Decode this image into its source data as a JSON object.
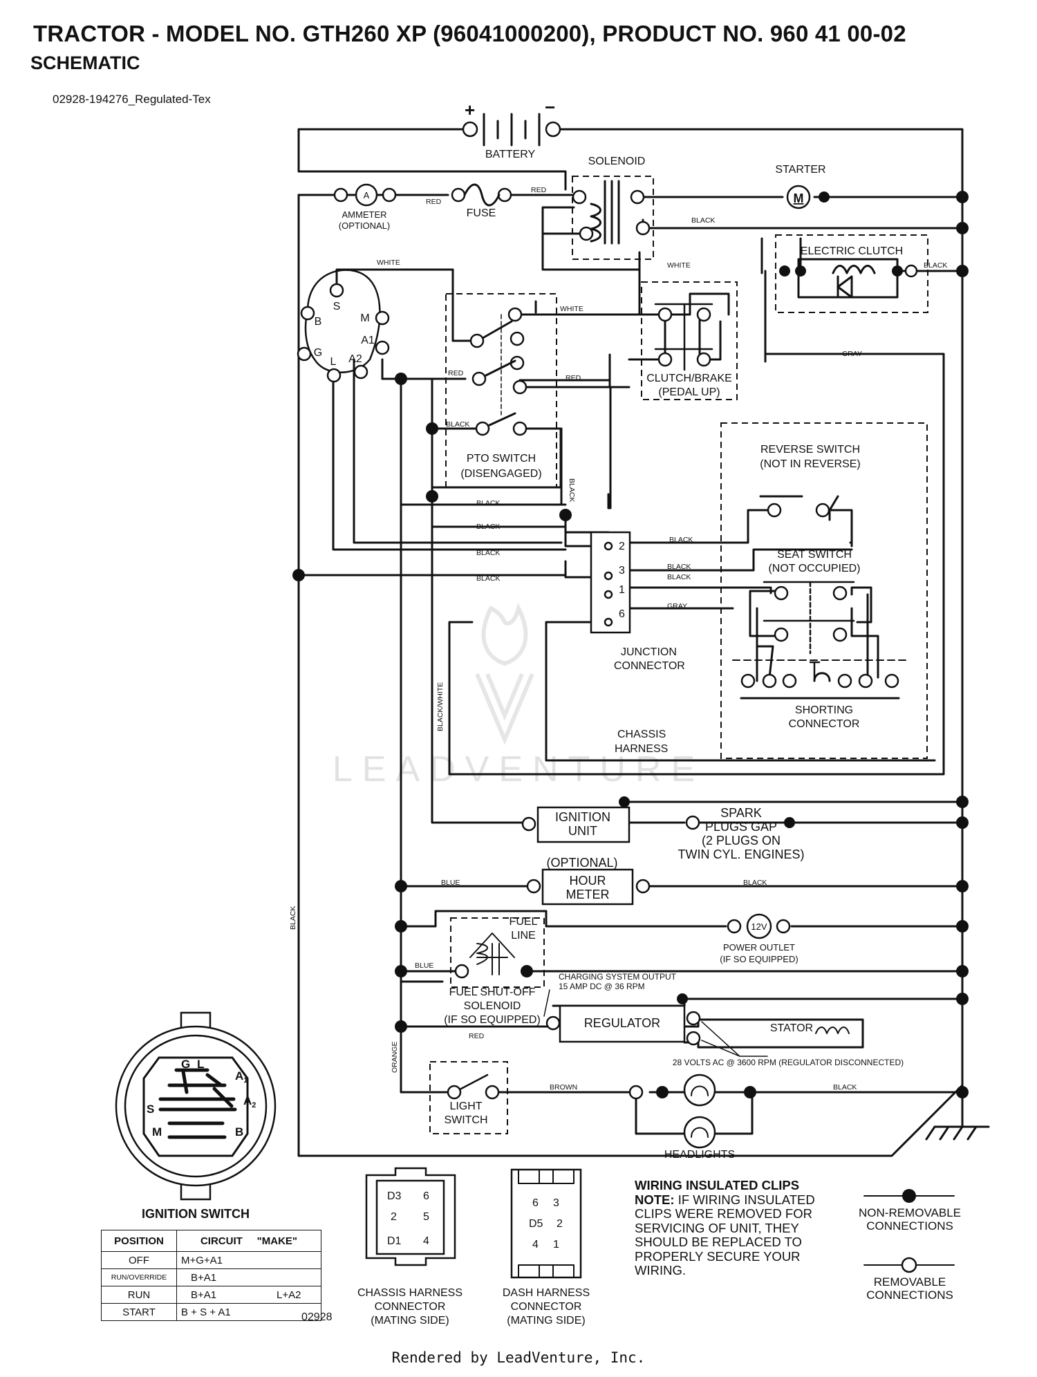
{
  "header": {
    "title": "TRACTOR - MODEL NO. GTH260 XP (96041000200), PRODUCT NO. 960 41 00-02",
    "subtitle": "SCHEMATIC",
    "doc_ref": "02928-194276_Regulated-Tex"
  },
  "components": {
    "battery": "BATTERY",
    "battery_plus": "+",
    "battery_minus": "−",
    "solenoid": "SOLENOID",
    "starter": "STARTER",
    "starter_symbol": "M",
    "ammeter": "AMMETER",
    "ammeter_optional": "(OPTIONAL)",
    "ammeter_symbol": "A",
    "fuse": "FUSE",
    "electric_clutch": "ELECTRIC CLUTCH",
    "clutch_brake": "CLUTCH/BRAKE",
    "clutch_brake_state": "(PEDAL UP)",
    "pto_switch": "PTO SWITCH",
    "pto_state": "(DISENGAGED)",
    "reverse_switch": "REVERSE SWITCH",
    "reverse_state": "(NOT IN REVERSE)",
    "seat_switch": "SEAT SWITCH",
    "seat_state": "(NOT OCCUPIED)",
    "junction_connector_1": "JUNCTION",
    "junction_connector_2": "CONNECTOR",
    "shorting_connector_1": "SHORTING",
    "shorting_connector_2": "CONNECTOR",
    "chassis_harness_1": "CHASSIS",
    "chassis_harness_2": "HARNESS",
    "ignition_unit_1": "IGNITION",
    "ignition_unit_2": "UNIT",
    "spark_1": "SPARK",
    "spark_2": "PLUGS GAP",
    "spark_3": "(2 PLUGS ON",
    "spark_4": "TWIN CYL. ENGINES)",
    "hour_meter_optional": "(OPTIONAL)",
    "hour_meter_1": "HOUR",
    "hour_meter_2": "METER",
    "fuel_line_1": "FUEL",
    "fuel_line_2": "LINE",
    "power_outlet_symbol": "12V",
    "power_outlet": "POWER OUTLET",
    "power_outlet_note": "(IF SO EQUIPPED)",
    "fuel_solenoid_1": "FUEL SHUT-OFF",
    "fuel_solenoid_2": "SOLENOID",
    "fuel_solenoid_3": "(IF SO EQUIPPED)",
    "charging_1": "CHARGING SYSTEM OUTPUT",
    "charging_2": "15 AMP DC @ 36 RPM",
    "regulator": "REGULATOR",
    "stator": "STATOR",
    "stator_note": "28 VOLTS AC @ 3600 RPM (REGULATOR DISCONNECTED)",
    "light_switch_1": "LIGHT",
    "light_switch_2": "SWITCH",
    "headlights": "HEADLIGHTS",
    "diagram_code": "02928"
  },
  "ignition_terminals": {
    "S": "S",
    "M": "M",
    "B": "B",
    "A1": "A1",
    "G": "G",
    "L": "L",
    "A2": "A2"
  },
  "jc_pins": [
    "2",
    "3",
    "1",
    "6"
  ],
  "wire_colors": {
    "red": "RED",
    "black": "BLACK",
    "white": "WHITE",
    "gray": "GRAY",
    "blue": "BLUE",
    "orange": "ORANGE",
    "brown": "BROWN",
    "black_white": "BLACK/WHITE"
  },
  "ignition_switch": {
    "title": "IGNITION SWITCH",
    "headers": [
      "POSITION",
      "CIRCUIT",
      "\"MAKE\""
    ],
    "rows": [
      {
        "position": "OFF",
        "circuit": "M+G+A1",
        "extra": ""
      },
      {
        "position": "RUN/OVERRIDE",
        "circuit": "B+A1",
        "extra": ""
      },
      {
        "position": "RUN",
        "circuit": "B+A1",
        "extra": "L+A2"
      },
      {
        "position": "START",
        "circuit": "B + S + A1",
        "extra": ""
      }
    ],
    "face": {
      "G": "G",
      "L": "L",
      "A1": "A",
      "A1_sub": "1",
      "A2": "A",
      "A2_sub": "2",
      "S": "S",
      "M": "M",
      "B": "B"
    }
  },
  "connectors": {
    "chassis_1": "CHASSIS HARNESS",
    "chassis_2": "CONNECTOR",
    "chassis_3": "(MATING SIDE)",
    "dash_1": "DASH HARNESS",
    "dash_2": "CONNECTOR",
    "dash_3": "(MATING SIDE)",
    "chassis_pins": [
      "D3",
      "6",
      "2",
      "5",
      "D1",
      "4"
    ],
    "dash_pins": [
      "6",
      "3",
      "D5",
      "2",
      "4",
      "1"
    ]
  },
  "notes": {
    "heading": "WIRING INSULATED CLIPS",
    "note_label": "NOTE:",
    "note_text": "IF WIRING INSULATED CLIPS WERE REMOVED FOR SERVICING OF UNIT, THEY SHOULD BE REPLACED TO PROPERLY SECURE YOUR WIRING."
  },
  "legend": {
    "non_removable_1": "NON-REMOVABLE",
    "non_removable_2": "CONNECTIONS",
    "removable_1": "REMOVABLE",
    "removable_2": "CONNECTIONS"
  },
  "watermark": "LEADVENTURE",
  "footer": "Rendered by LeadVenture, Inc."
}
